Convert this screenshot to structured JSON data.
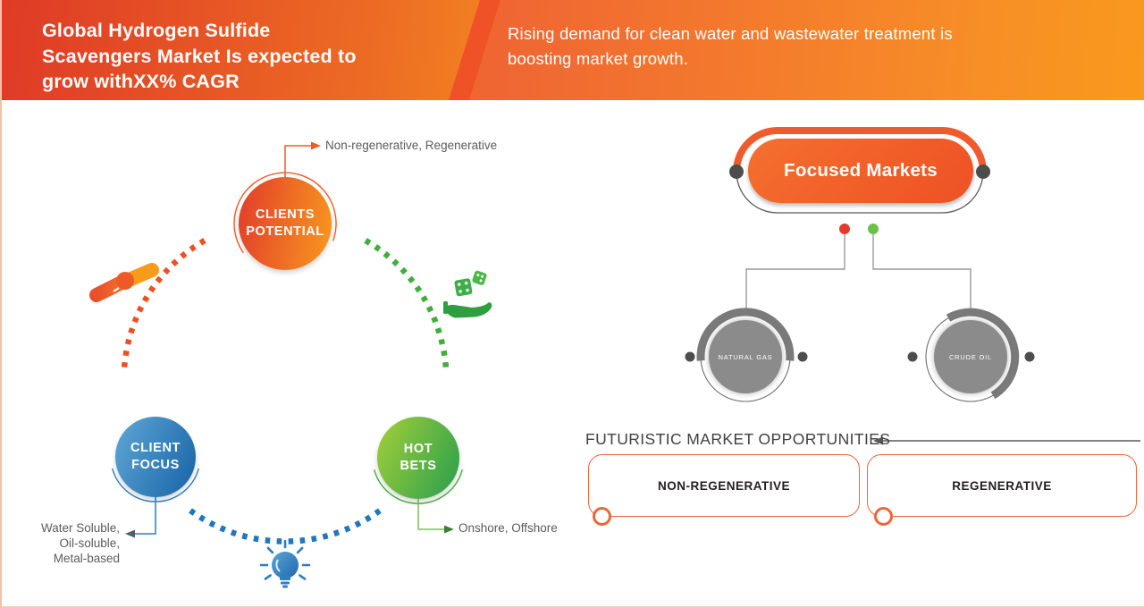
{
  "banner": {
    "title_lines": [
      "Global Hydrogen Sulfide",
      "Scavengers Market Is expected to",
      "grow withXX%  CAGR"
    ],
    "subtitle_lines": [
      "Rising demand for clean water and wastewater treatment is",
      "boosting market growth."
    ]
  },
  "cycle": {
    "nodes": [
      {
        "id": "clients-potential",
        "label_lines": [
          "CLIENTS",
          "POTENTIAL"
        ],
        "callout": "Non-regenerative, Regenerative",
        "color": "#f05a28"
      },
      {
        "id": "client-focus",
        "label_lines": [
          "CLIENT",
          "FOCUS"
        ],
        "callout_lines": [
          "Water Soluble,",
          "Oil-soluble,",
          "Metal-based"
        ],
        "color": "#2d7fc0"
      },
      {
        "id": "hot-bets",
        "label_lines": [
          "HOT",
          "BETS"
        ],
        "callout": "Onshore, Offshore",
        "color": "#4cb848"
      }
    ],
    "icons": [
      "handshake-icon",
      "dice-hand-icon",
      "lightbulb-icon"
    ]
  },
  "focused_markets": {
    "title": "Focused Markets",
    "markets": [
      "NATURAL GAS",
      "CRUDE OIL"
    ]
  },
  "opportunities": {
    "heading": "FUTURISTIC MARKET OPPORTUNITIES",
    "boxes": [
      "NON-REGENERATIVE",
      "REGENERATIVE"
    ]
  },
  "colors": {
    "banner_red": "#df3a26",
    "banner_orange": "#f7941e",
    "banner_stripe": "#ee5226",
    "accent_orange": "#f05a28",
    "accent_blue": "#2d7fc0",
    "accent_green": "#4cb848",
    "gray_node": "#8b8b8b",
    "dark_dot": "#4d4d4d",
    "line_gray": "#999999",
    "red_dot": "#e6392e",
    "green_dot": "#6cbf47",
    "box_border": "#f0643a",
    "label_gray": "#5a5b5d",
    "bottom_border": "#f5cab2"
  }
}
